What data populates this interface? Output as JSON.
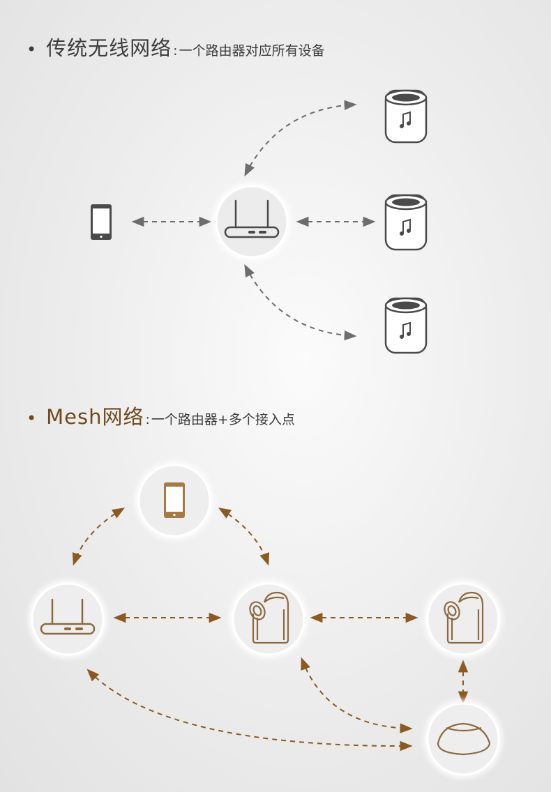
{
  "sections": {
    "traditional": {
      "bullet": "•",
      "title": "传统无线网络",
      "separator": ":",
      "subtitle": "一个路由器对应所有设备"
    },
    "mesh": {
      "bullet": "•",
      "title": "Mesh网络",
      "separator": ":",
      "subtitle": "一个路由器+多个接入点"
    }
  },
  "colors": {
    "gray_icon": "#4a4a4a",
    "gray_arrow": "#6d6d6d",
    "brown_title": "#6e4a1c",
    "brown_arrow": "#8a5a22",
    "brown_icon_stroke": "#8b6a40",
    "brown_icon_fill": "#a57a45"
  },
  "icons": {
    "traditional": [
      "phone-icon",
      "router-icon",
      "speaker-icon",
      "speaker-icon",
      "speaker-icon"
    ],
    "mesh": [
      "phone-icon",
      "router-icon",
      "mesh-access-point-icon",
      "mesh-access-point-icon",
      "dome-satellite-icon"
    ]
  }
}
